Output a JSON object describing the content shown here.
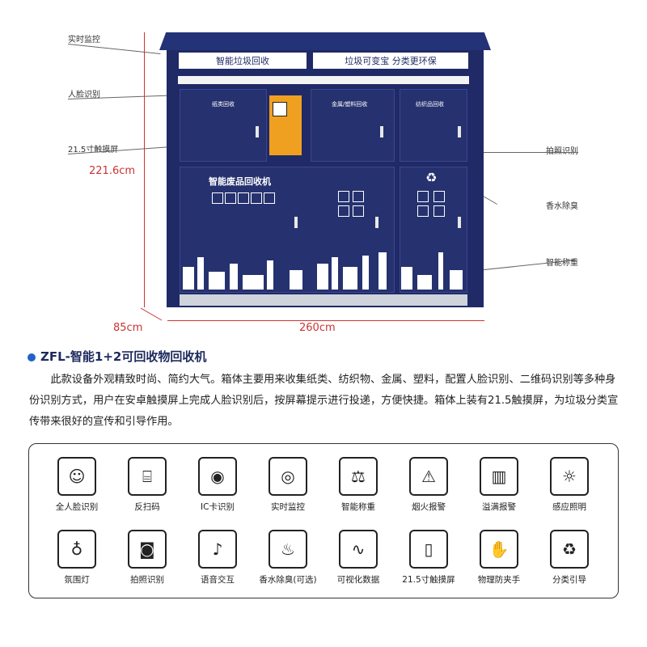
{
  "callouts": {
    "monitor": "实时监控",
    "face": "人脸识别",
    "touch": "21.5寸触摸屏",
    "photo": "拍照识别",
    "perfume": "香水除臭",
    "weigh": "智能称重"
  },
  "dimensions": {
    "height": "221.6cm",
    "depth": "85cm",
    "width": "260cm"
  },
  "cabinet": {
    "banner_left": "智能垃圾回收",
    "banner_right": "垃圾可变宝  分类更环保",
    "paper_label": "纸类回收",
    "metal_label": "金属/塑料回收",
    "textile_label": "纺织品回收",
    "main_label": "智能废品回收机"
  },
  "product": {
    "title": "ZFL-智能1+2可回收物回收机",
    "description": "此款设备外观精致时尚、简约大气。箱体主要用来收集纸类、纺织物、金属、塑料，配置人脸识别、二维码识别等多种身份识别方式，用户在安卓触摸屏上完成人脸识别后，按屏幕提示进行投递，方便快捷。箱体上装有21.5触摸屏，为垃圾分类宣传带来很好的宣传和引导作用。"
  },
  "features": [
    {
      "label": "全人脸识别",
      "icon": "face-scan-icon",
      "glyph": "☺"
    },
    {
      "label": "反扫码",
      "icon": "scan-code-icon",
      "glyph": "⌸"
    },
    {
      "label": "IC卡识别",
      "icon": "ic-card-icon",
      "glyph": "◉"
    },
    {
      "label": "实时监控",
      "icon": "camera-monitor-icon",
      "glyph": "◎"
    },
    {
      "label": "智能称重",
      "icon": "scale-icon",
      "glyph": "⚖"
    },
    {
      "label": "烟火报警",
      "icon": "fire-alarm-icon",
      "glyph": "⚠"
    },
    {
      "label": "溢满报警",
      "icon": "overflow-bin-icon",
      "glyph": "▥"
    },
    {
      "label": "感应照明",
      "icon": "sensor-light-icon",
      "glyph": "☼"
    },
    {
      "label": "氛围灯",
      "icon": "bulb-icon",
      "glyph": "♁"
    },
    {
      "label": "拍照识别",
      "icon": "photo-camera-icon",
      "glyph": "◙"
    },
    {
      "label": "语音交互",
      "icon": "voice-icon",
      "glyph": "♪"
    },
    {
      "label": "香水除臭(可选)",
      "icon": "spray-bottle-icon",
      "glyph": "♨"
    },
    {
      "label": "可视化数据",
      "icon": "data-chart-icon",
      "glyph": "∿"
    },
    {
      "label": "21.5寸触摸屏",
      "icon": "touch-screen-icon",
      "glyph": "▯"
    },
    {
      "label": "物理防夹手",
      "icon": "anti-pinch-icon",
      "glyph": "✋"
    },
    {
      "label": "分类引导",
      "icon": "recycle-icon",
      "glyph": "♻"
    }
  ]
}
